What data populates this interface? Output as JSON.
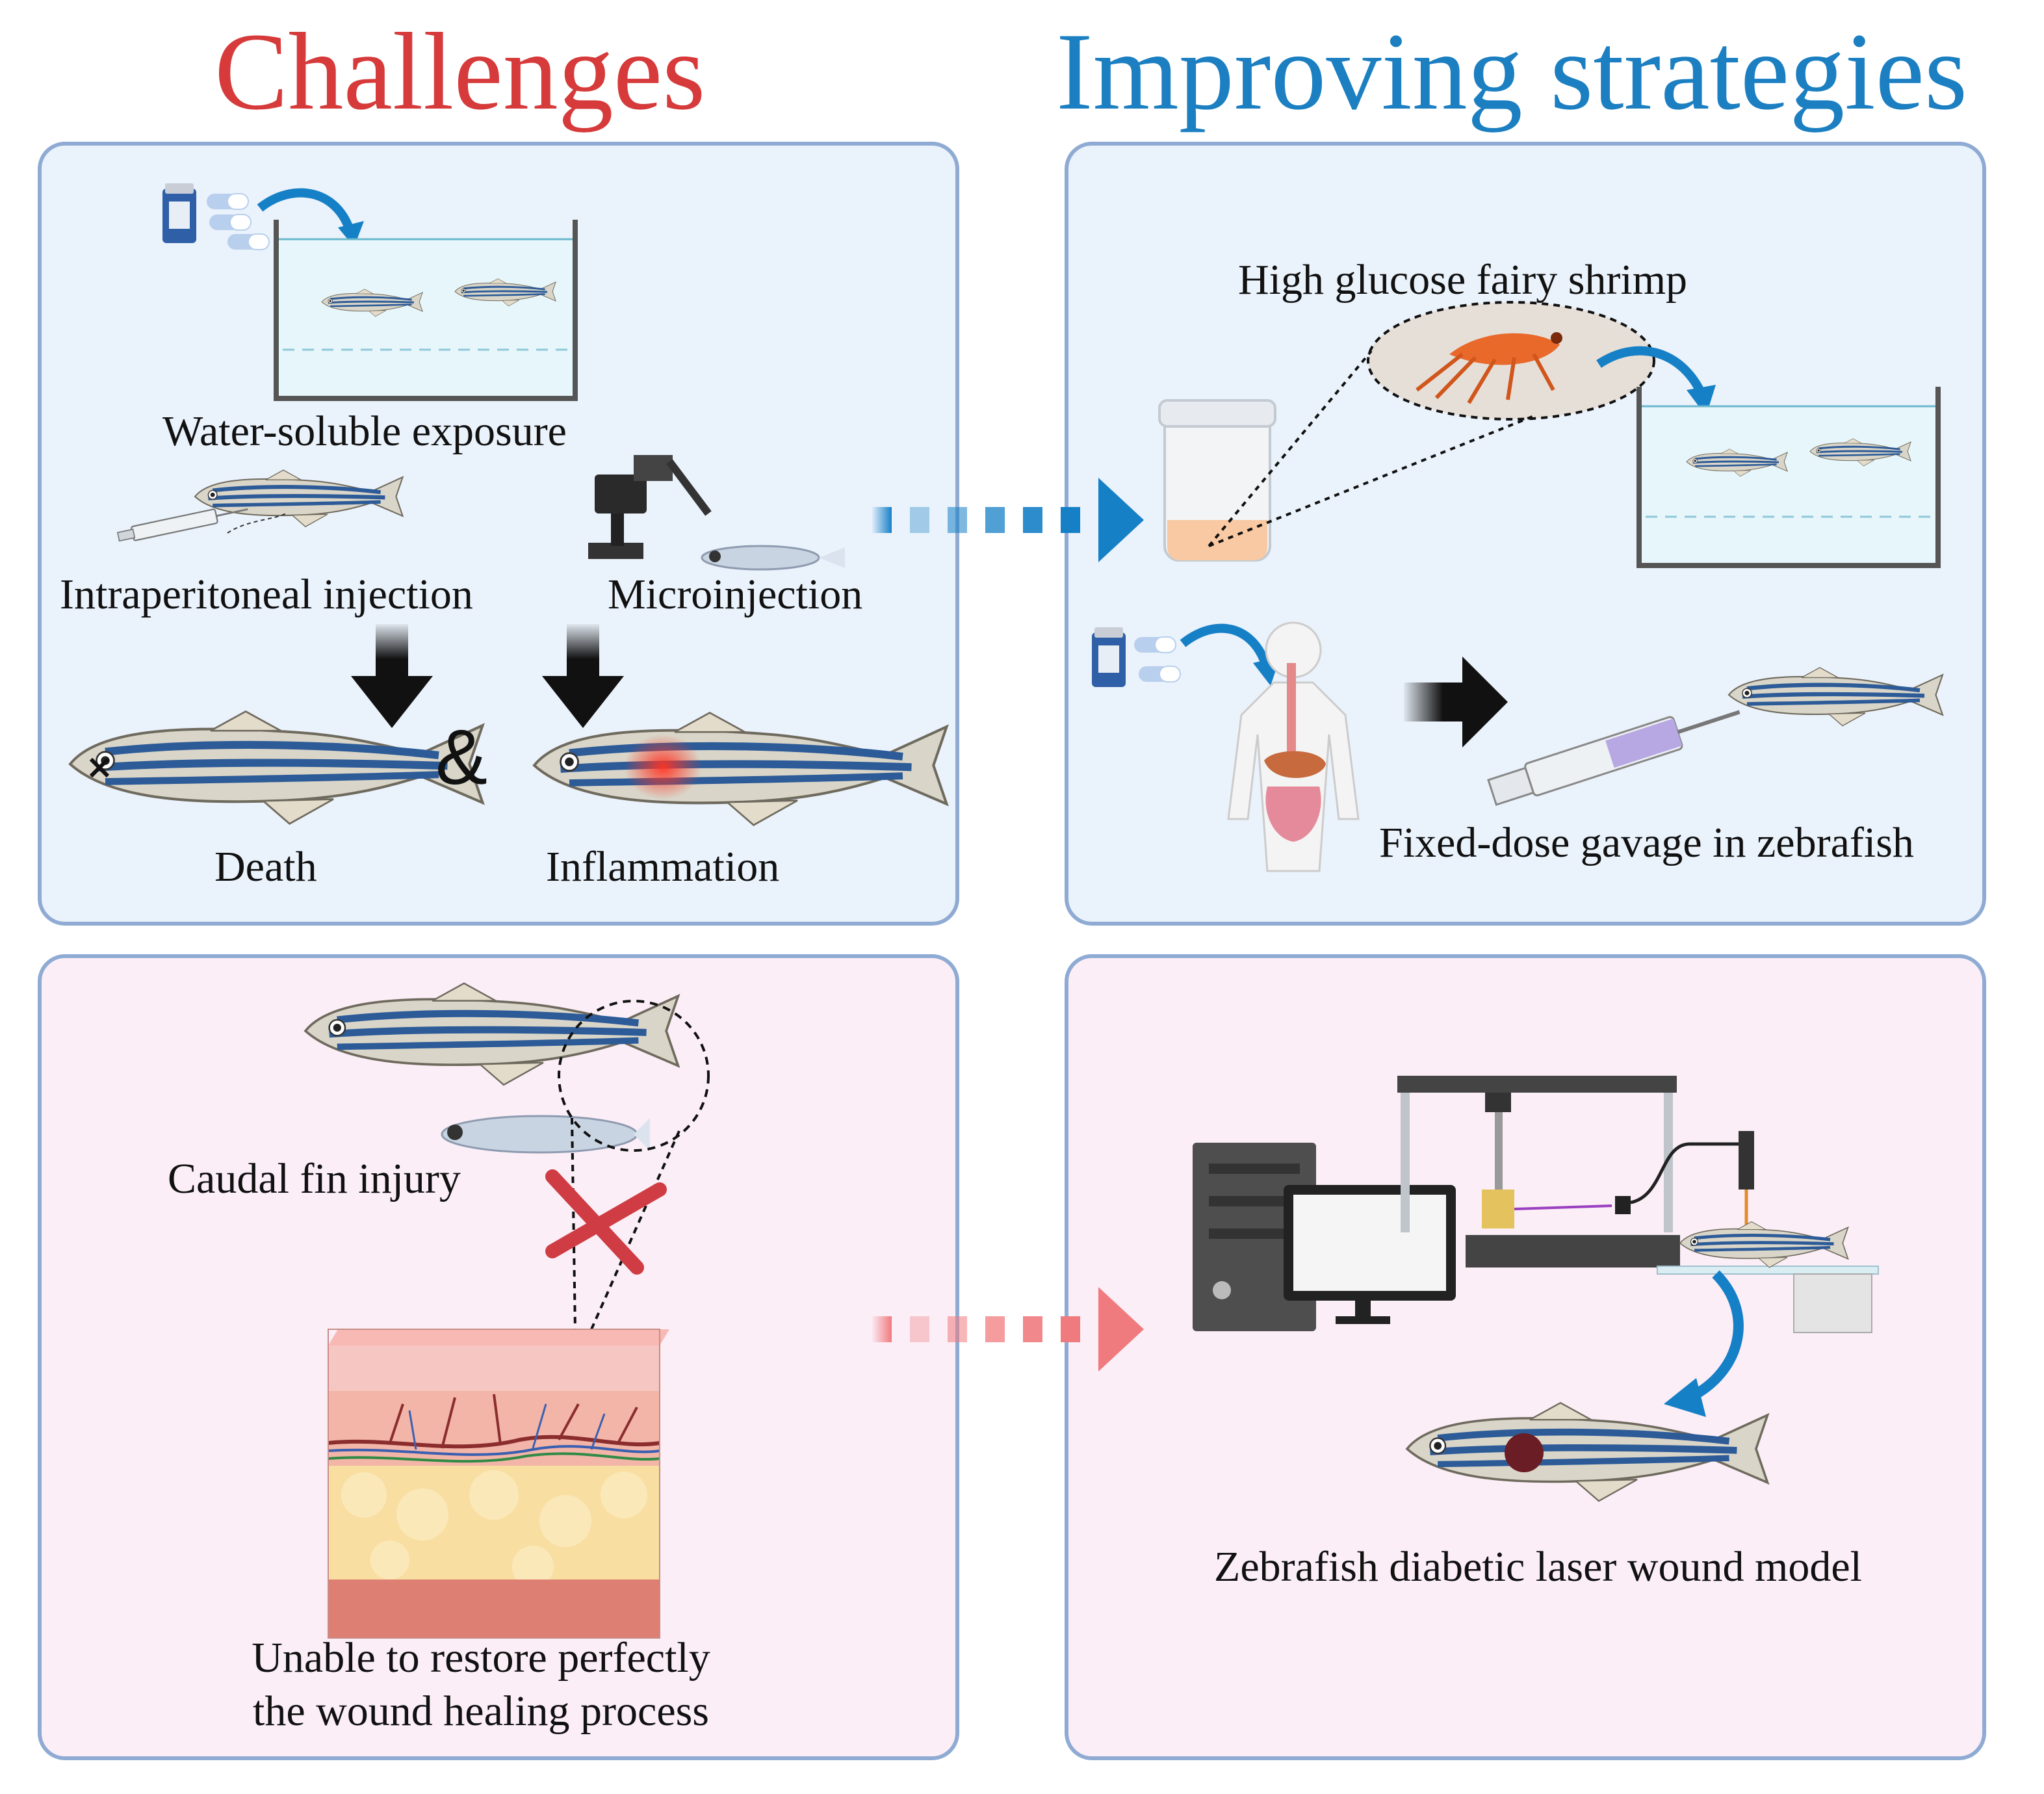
{
  "headings": {
    "left": "Challenges",
    "right": "Improving strategies"
  },
  "panel1": {
    "water_label": "Water-soluble exposure",
    "ip_label": "Intraperitoneal injection",
    "micro_label": "Microinjection",
    "ampersand": "&",
    "death_label": "Death",
    "inflammation_label": "Inflammation"
  },
  "panel2": {
    "shrimp_label": "High glucose fairy shrimp",
    "gavage_label": "Fixed-dose gavage in zebrafish"
  },
  "panel3": {
    "fin_label": "Caudal fin injury",
    "restore_line1": "Unable to restore perfectly",
    "restore_line2": "the wound healing process"
  },
  "panel4": {
    "laser_label": "Zebrafish diabetic laser wound model"
  },
  "colors": {
    "challenge": "#d63a3a",
    "strategy": "#1b7fc1",
    "panel_border": "#8fabd3",
    "blue_panel": "#eaf2fb",
    "pink_panel": "#fbeef7",
    "arrow_blue": "#1680c7",
    "arrow_pink": "#f07b7e"
  }
}
